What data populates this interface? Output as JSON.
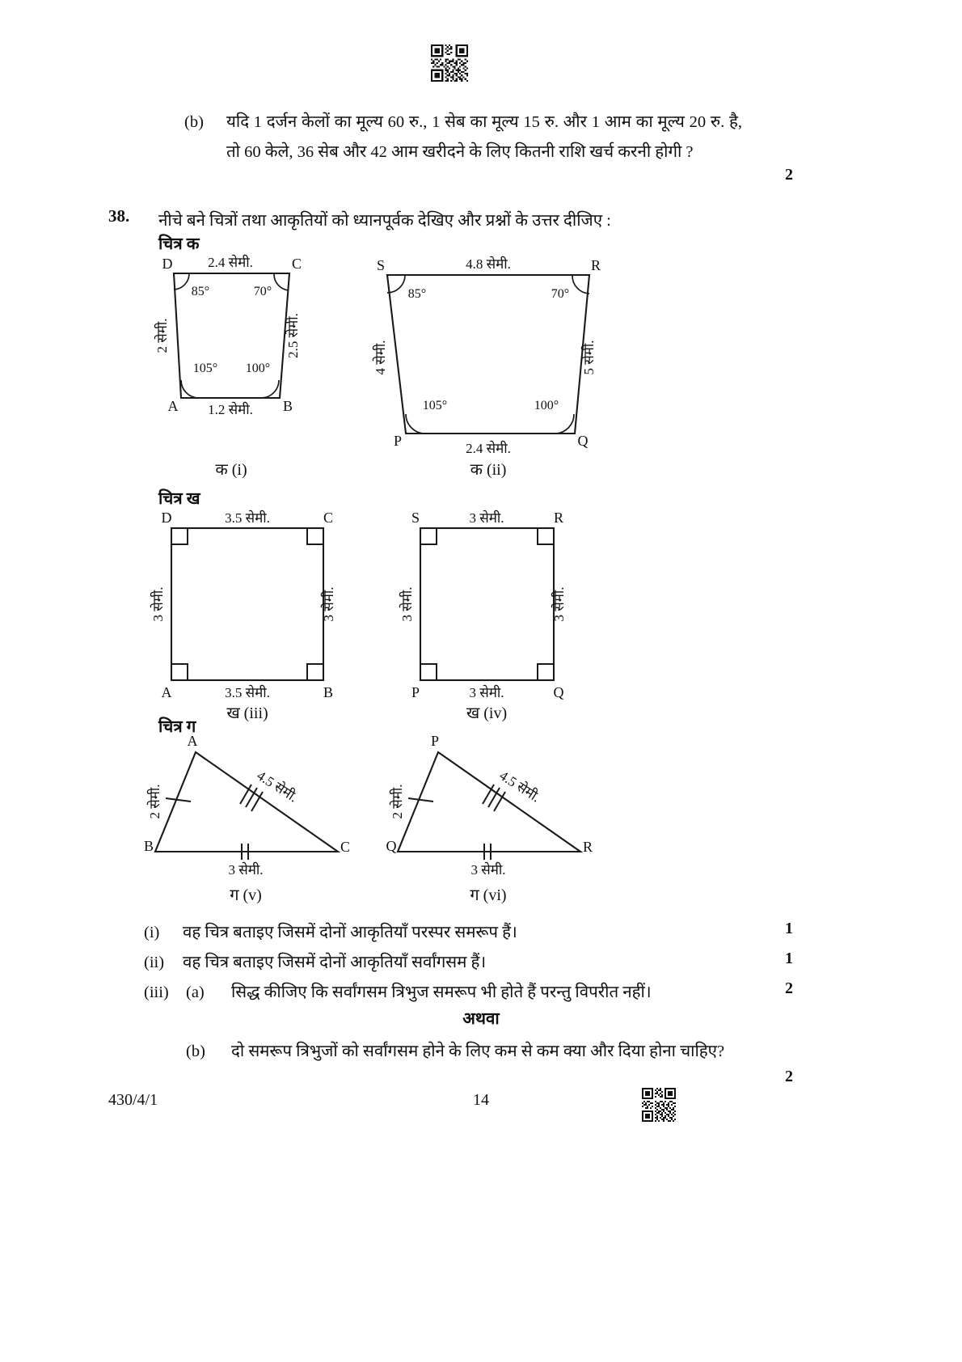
{
  "header": {
    "qr_top": "qr-code",
    "qr_bottom": "qr-code"
  },
  "question_b": {
    "tag": "(b)",
    "text": "यदि 1 दर्जन केलों का मूल्य 60 रु., 1 सेब का मूल्य 15 रु. और 1 आम का मूल्य 20 रु. है, तो 60 केले, 36 सेब और 42 आम खरीदने के लिए कितनी राशि खर्च करनी होगी ?",
    "marks": "2"
  },
  "question_38": {
    "number": "38.",
    "stem": "नीचे बने चित्रों तथा आकृतियों को ध्यानपूर्वक देखिए और प्रश्नों के उत्तर दीजिए :",
    "group_headings": {
      "k": "चित्र क",
      "kh": "चित्र ख",
      "g": "चित्र ग"
    },
    "figures": {
      "k_i": {
        "caption": "क (i)",
        "vertices": [
          "D",
          "C",
          "A",
          "B"
        ],
        "top_side": "2.4 सेमी.",
        "bottom_side": "1.2 सेमी.",
        "left_side": "2 सेमी.",
        "right_side": "2.5 सेमी.",
        "angle_top_left": "85°",
        "angle_top_right": "70°",
        "angle_bottom_left": "105°",
        "angle_bottom_right": "100°"
      },
      "k_ii": {
        "caption": "क (ii)",
        "vertices": [
          "S",
          "R",
          "P",
          "Q"
        ],
        "top_side": "4.8 सेमी.",
        "bottom_side": "2.4 सेमी.",
        "left_side": "4 सेमी.",
        "right_side": "5 सेमी.",
        "angle_top_left": "85°",
        "angle_top_right": "70°",
        "angle_bottom_left": "105°",
        "angle_bottom_right": "100°"
      },
      "kh_iii": {
        "caption": "ख (iii)",
        "vertices": [
          "D",
          "C",
          "A",
          "B"
        ],
        "top_side": "3.5 सेमी.",
        "bottom_side": "3.5 सेमी.",
        "left_side": "3 सेमी.",
        "right_side": "3 सेमी."
      },
      "kh_iv": {
        "caption": "ख (iv)",
        "vertices": [
          "S",
          "R",
          "P",
          "Q"
        ],
        "top_side": "3 सेमी.",
        "bottom_side": "3 सेमी.",
        "left_side": "3 सेमी.",
        "right_side": "3 सेमी."
      },
      "g_v": {
        "caption": "ग  (v)",
        "vertices": [
          "A",
          "B",
          "C"
        ],
        "left_side": "2 सेमी.",
        "hyp_side": "4.5 सेमी.",
        "base_side": "3 सेमी."
      },
      "g_vi": {
        "caption": "ग  (vi)",
        "vertices": [
          "P",
          "Q",
          "R"
        ],
        "left_side": "2 सेमी.",
        "hyp_side": "4.5 सेमी.",
        "base_side": "3 सेमी."
      }
    },
    "parts": [
      {
        "roman": "(i)",
        "sub": "",
        "text": "वह चित्र बताइए जिसमें दोनों आकृतियाँ परस्पर समरूप हैं।",
        "marks": "1"
      },
      {
        "roman": "(ii)",
        "sub": "",
        "text": "वह चित्र बताइए जिसमें दोनों आकृतियाँ सर्वांगसम हैं।",
        "marks": "1"
      },
      {
        "roman": "(iii)",
        "sub": "(a)",
        "text": "सिद्ध कीजिए कि सर्वांगसम त्रिभुज समरूप भी होते हैं परन्तु विपरीत नहीं।",
        "marks": "2"
      }
    ],
    "or_label": "अथवा",
    "alt_part": {
      "roman": "",
      "sub": "(b)",
      "text": "दो समरूप त्रिभुजों को सर्वांगसम होने के लिए कम से कम क्या और दिया होना चाहिए?",
      "marks": "2"
    }
  },
  "footer": {
    "paper_code": "430/4/1",
    "page_number": "14"
  }
}
